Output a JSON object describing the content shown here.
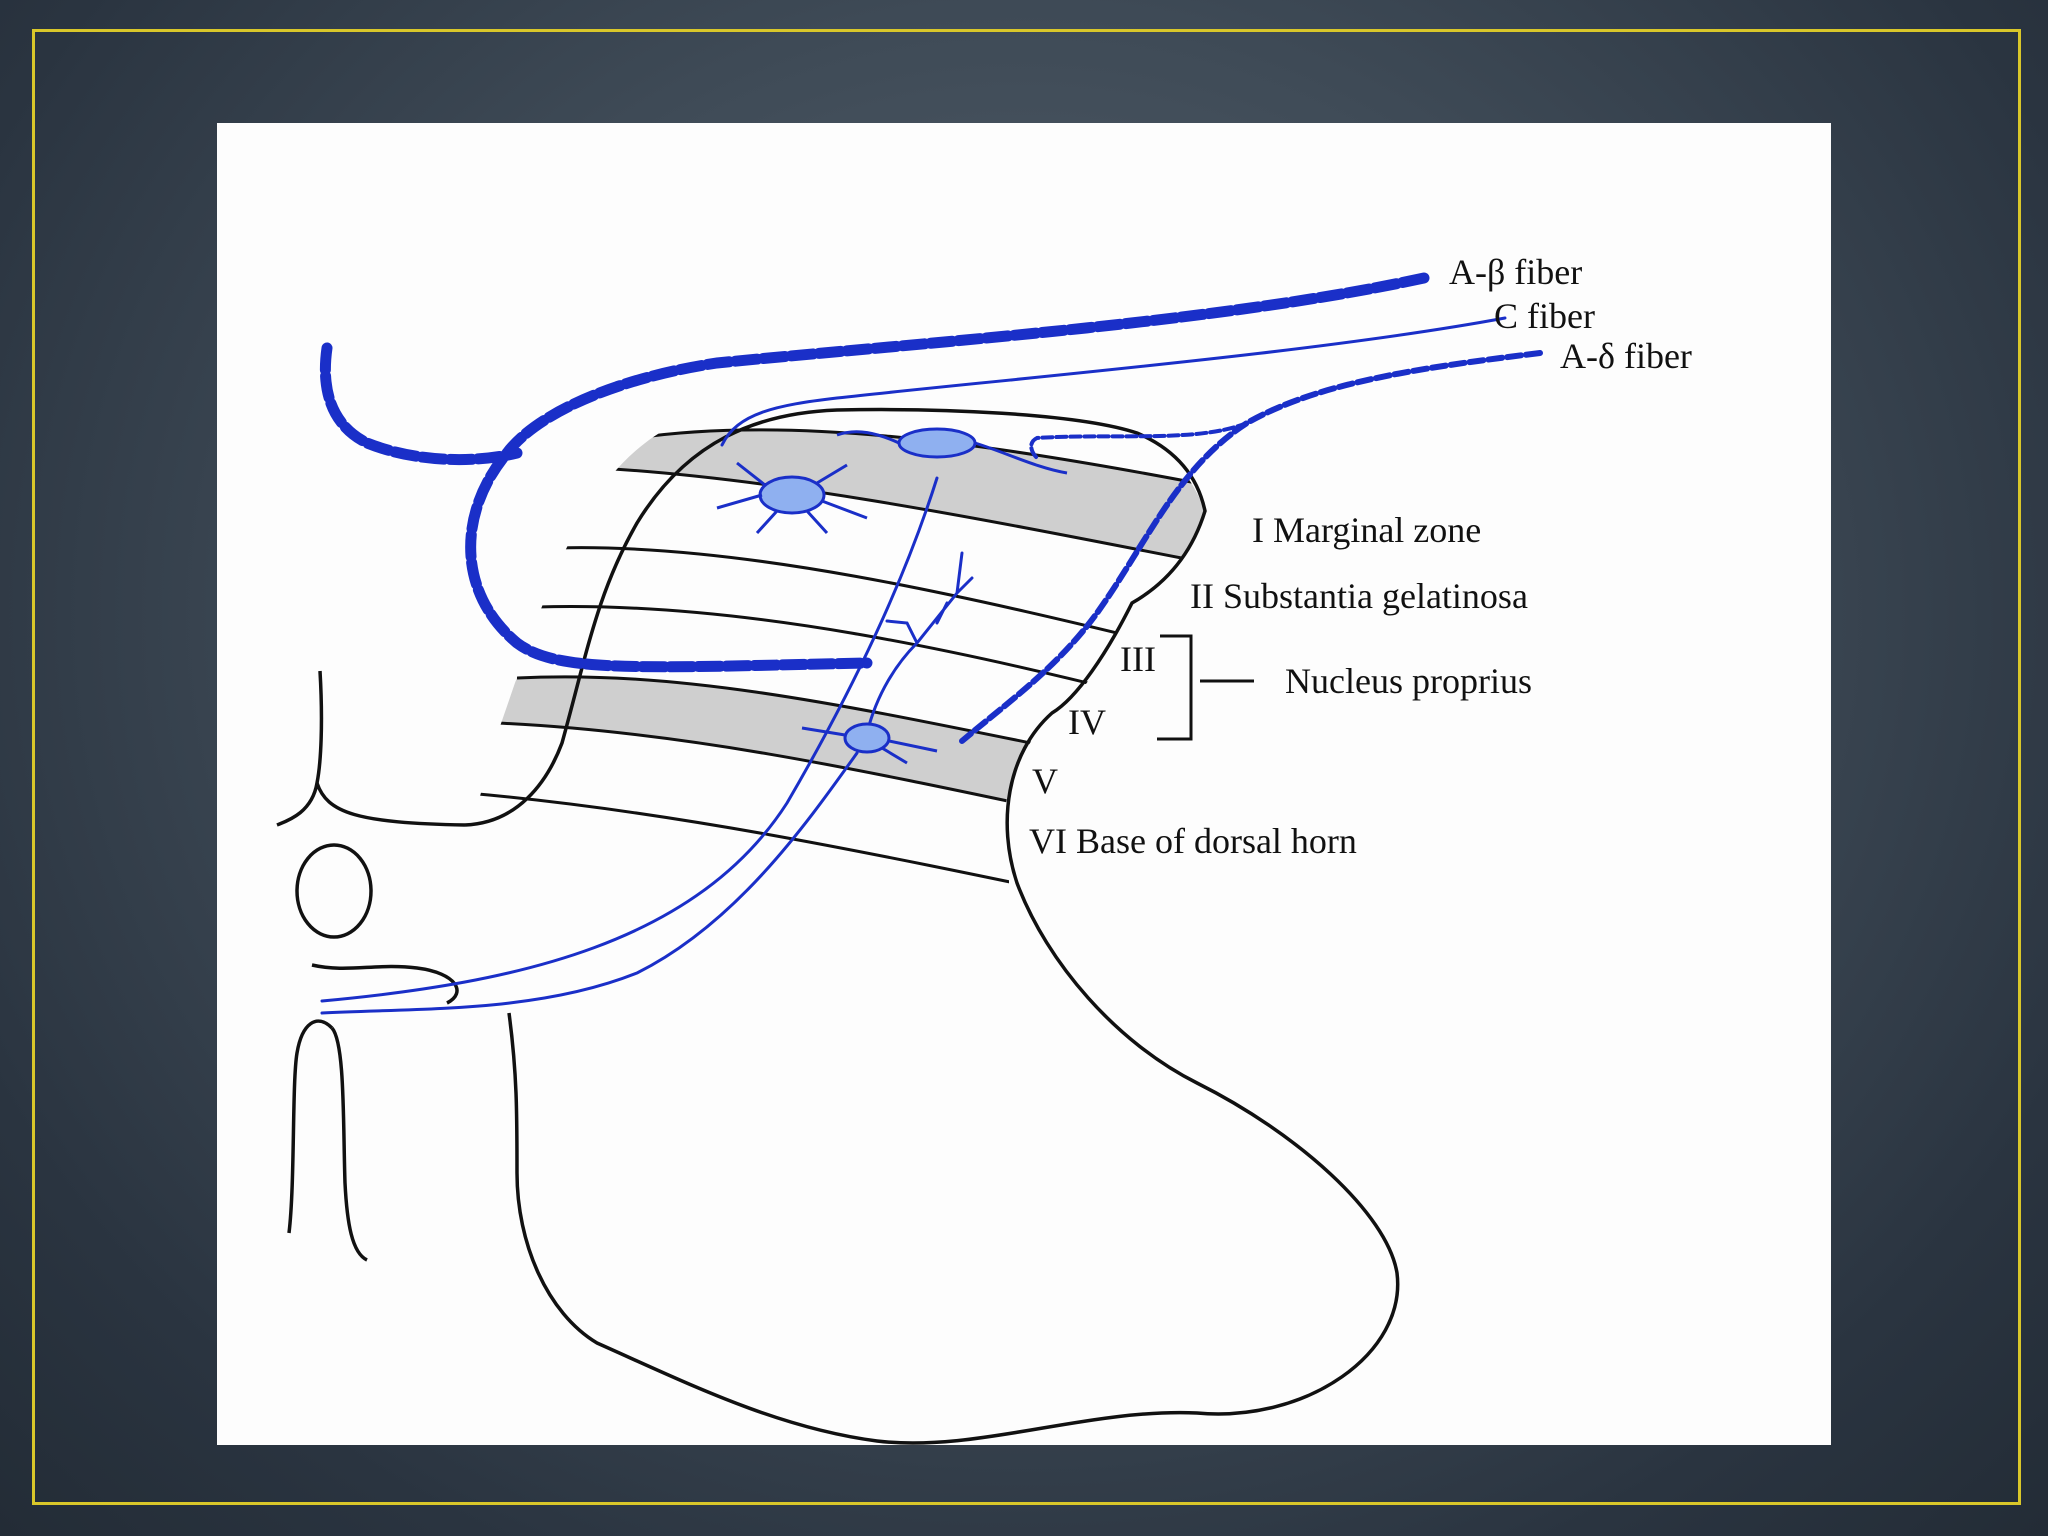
{
  "slide": {
    "frame_color": "#d9c72a",
    "fiber_color": "#1a2fc8",
    "gray_lamina_color": "#cfcfcf"
  },
  "fibers": {
    "a_beta": "A-β fiber",
    "c": "C fiber",
    "a_delta": "A-δ fiber"
  },
  "laminae": {
    "lamina_1": "I Marginal zone",
    "lamina_2": "II Substantia gelatinosa",
    "lamina_3": "III",
    "lamina_4": "IV",
    "nucleus_proprius": "Nucleus proprius",
    "lamina_5": "V",
    "lamina_6": "VI Base of dorsal horn"
  }
}
